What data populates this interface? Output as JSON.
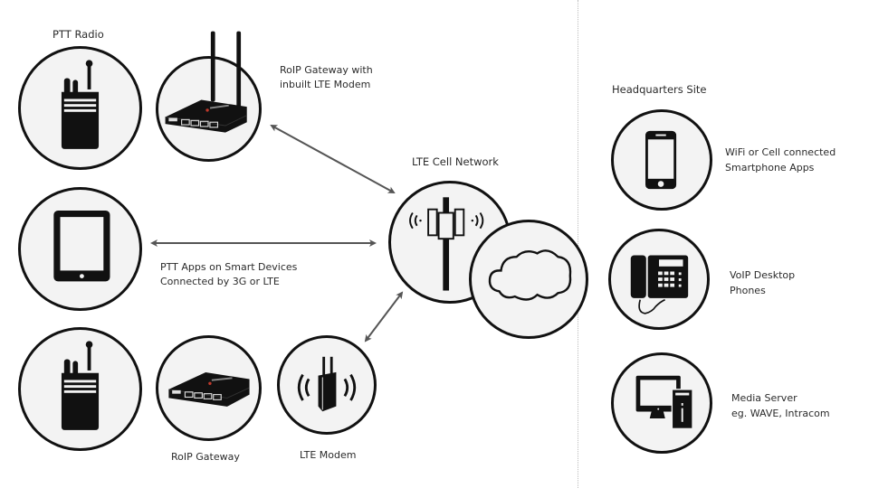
{
  "diagram": {
    "left": {
      "ptt_radio_label": "PTT Radio",
      "roip_lte_label_line1": "RoIP Gateway with",
      "roip_lte_label_line2": "inbuilt LTE Modem",
      "smart_devices_label_line1": "PTT Apps on Smart Devices",
      "smart_devices_label_line2": "Connected by 3G or LTE",
      "roip_gateway_label": "RoIP Gateway",
      "lte_modem_label": "LTE Modem"
    },
    "center": {
      "network_label": "LTE Cell Network"
    },
    "right": {
      "section_title": "Headquarters Site",
      "smartphone_label_line1": "WiFi or Cell connected",
      "smartphone_label_line2": "Smartphone Apps",
      "voip_label_line1": "VoIP Desktop",
      "voip_label_line2": "Phones",
      "media_label_line1": "Media Server",
      "media_label_line2": "eg. WAVE, Intracom"
    },
    "colors": {
      "icon": "#111111",
      "circle_fill": "#f3f3f3",
      "arrow": "#555555",
      "divider": "#bdbdbd",
      "router_accent": "#c0392b"
    }
  }
}
